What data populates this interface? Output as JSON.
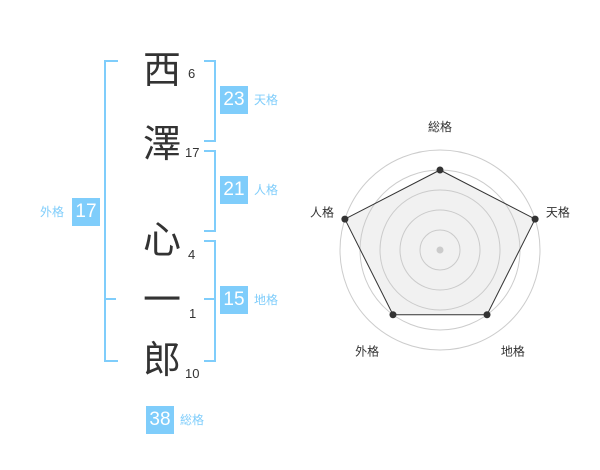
{
  "name": {
    "chars": [
      {
        "char": "西",
        "strokes": "6"
      },
      {
        "char": "澤",
        "strokes": "17"
      },
      {
        "char": "心",
        "strokes": "4"
      },
      {
        "char": "一",
        "strokes": "1"
      },
      {
        "char": "郎",
        "strokes": "10"
      }
    ]
  },
  "kaku": {
    "tenkaku": {
      "value": "23",
      "label": "天格"
    },
    "jinkaku": {
      "value": "21",
      "label": "人格"
    },
    "chikaku": {
      "value": "15",
      "label": "地格"
    },
    "gaikaku": {
      "value": "17",
      "label": "外格"
    },
    "soukaku": {
      "value": "38",
      "label": "総格"
    }
  },
  "colors": {
    "accent": "#7fcdfb",
    "text": "#333333"
  },
  "chart_data": {
    "type": "radar",
    "axes": [
      "総格",
      "天格",
      "地格",
      "外格",
      "人格"
    ],
    "values": [
      4,
      5,
      4,
      4,
      5
    ],
    "range": [
      0,
      5
    ],
    "rings": 5
  }
}
